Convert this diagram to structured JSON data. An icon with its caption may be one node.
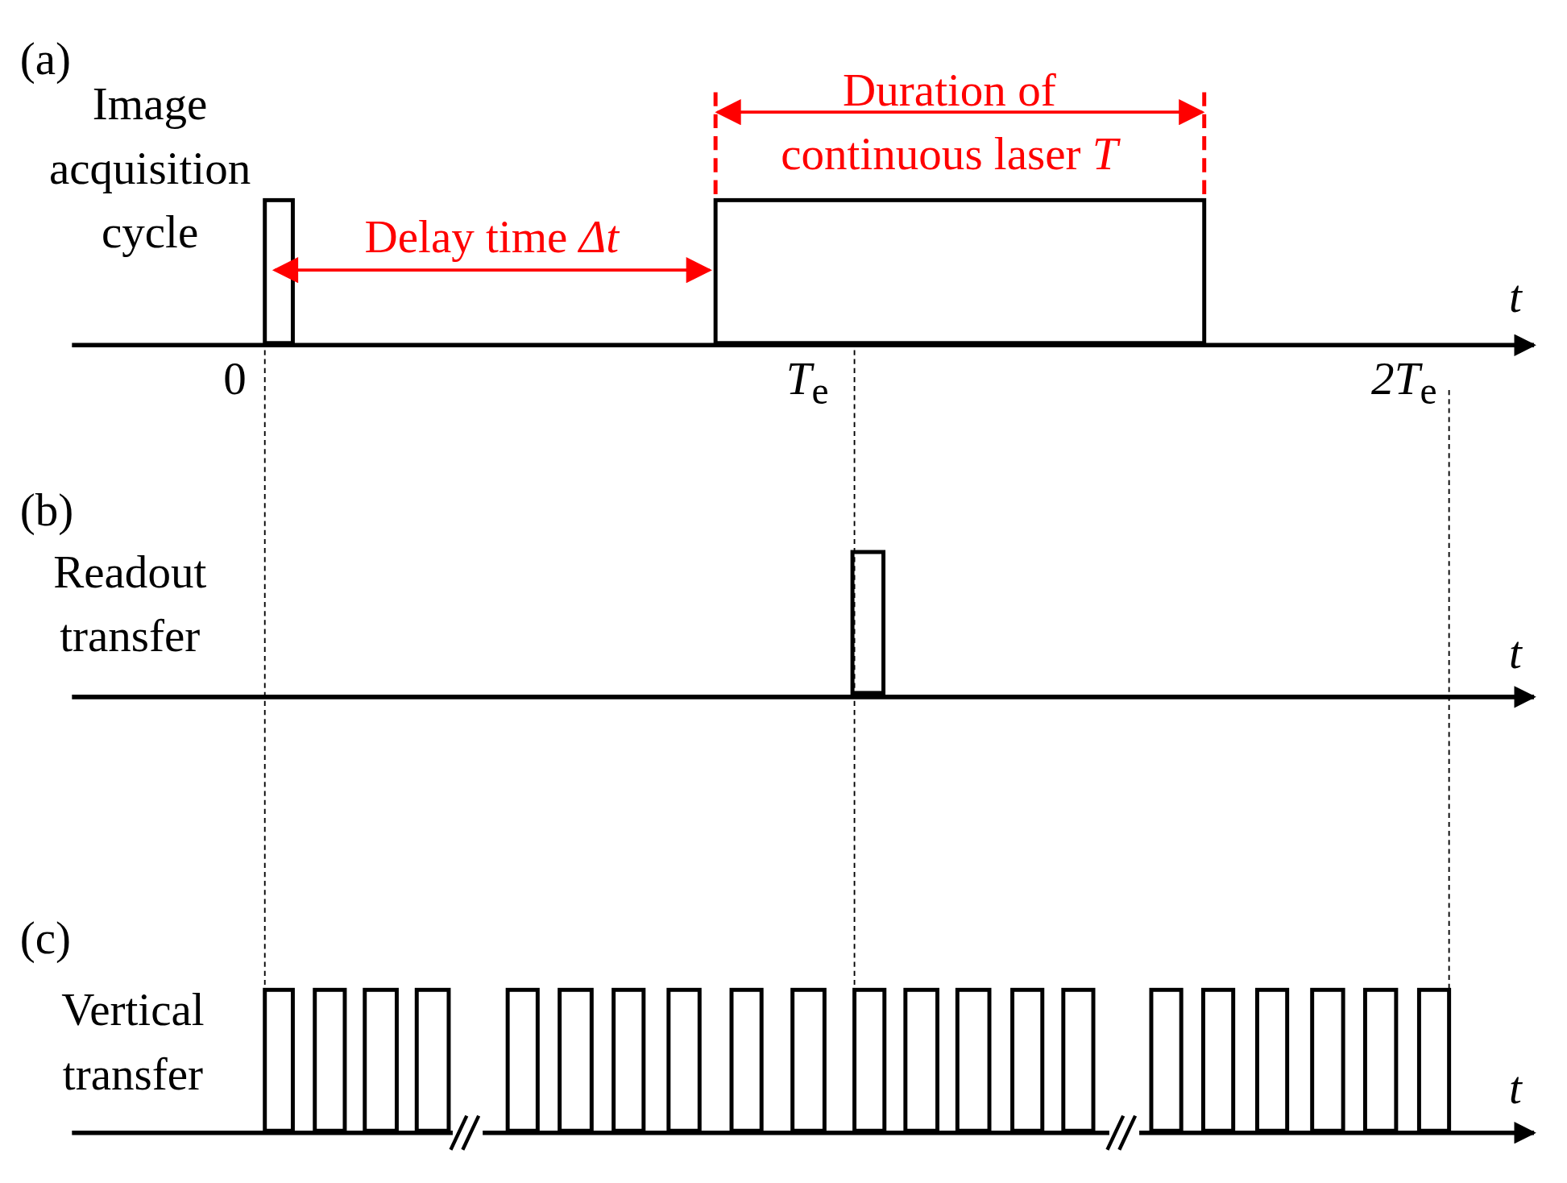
{
  "diagram": {
    "labels": [
      "(a)",
      "Duration of continuous laser *T*",
      "Image acquisition cycle",
      "Delay time *Δt*",
      "t",
      "0",
      "*T*$_{e}$",
      "*2T*$_{e}$",
      "(b)",
      "Readout transfer",
      "t",
      "(c)",
      "Vertical transfer",
      "t"
    ]
  }
}
